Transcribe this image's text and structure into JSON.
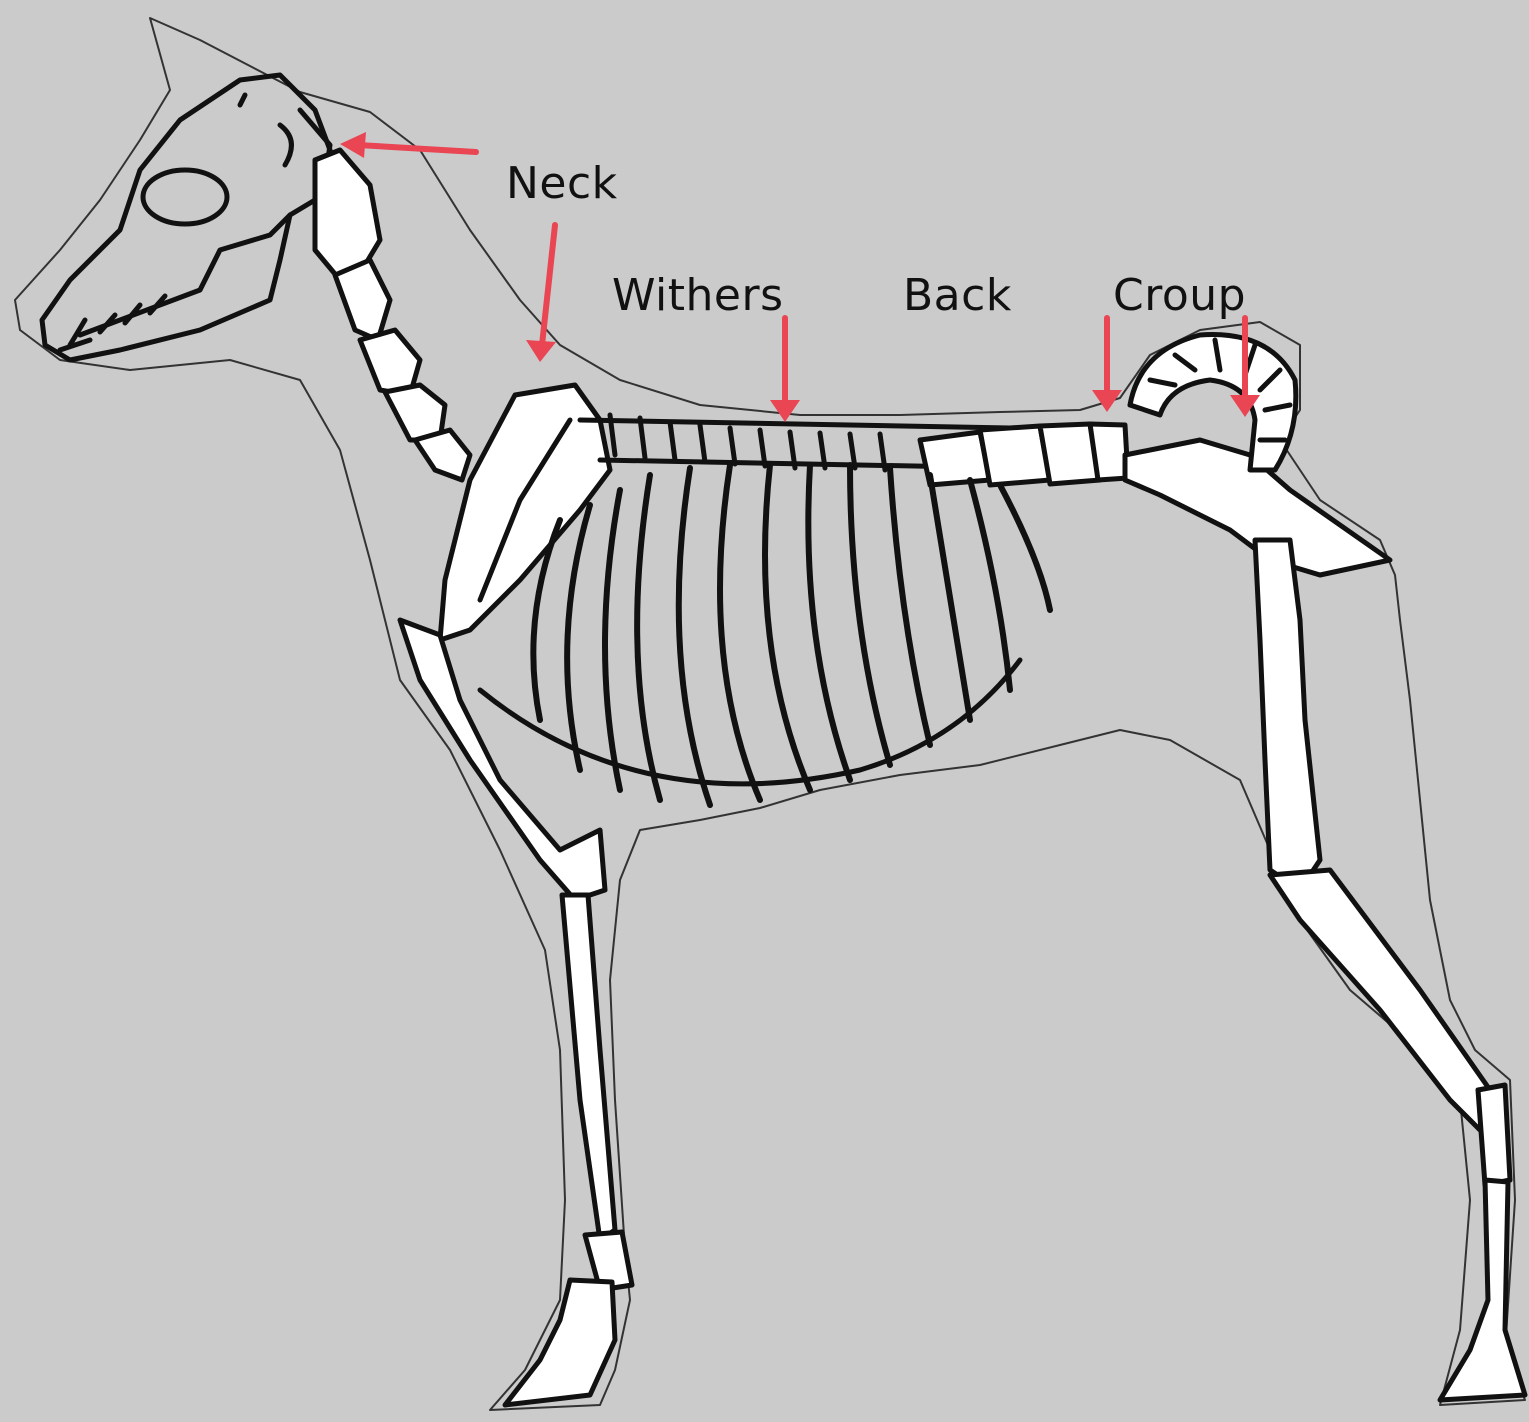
{
  "diagram": {
    "labels": {
      "neck": "Neck",
      "withers": "Withers",
      "back": "Back",
      "croup": "Croup"
    },
    "colors": {
      "background": "#cbcbcb",
      "bone": "#ffffff",
      "ink": "#111111",
      "arrow": "#e94553"
    }
  }
}
